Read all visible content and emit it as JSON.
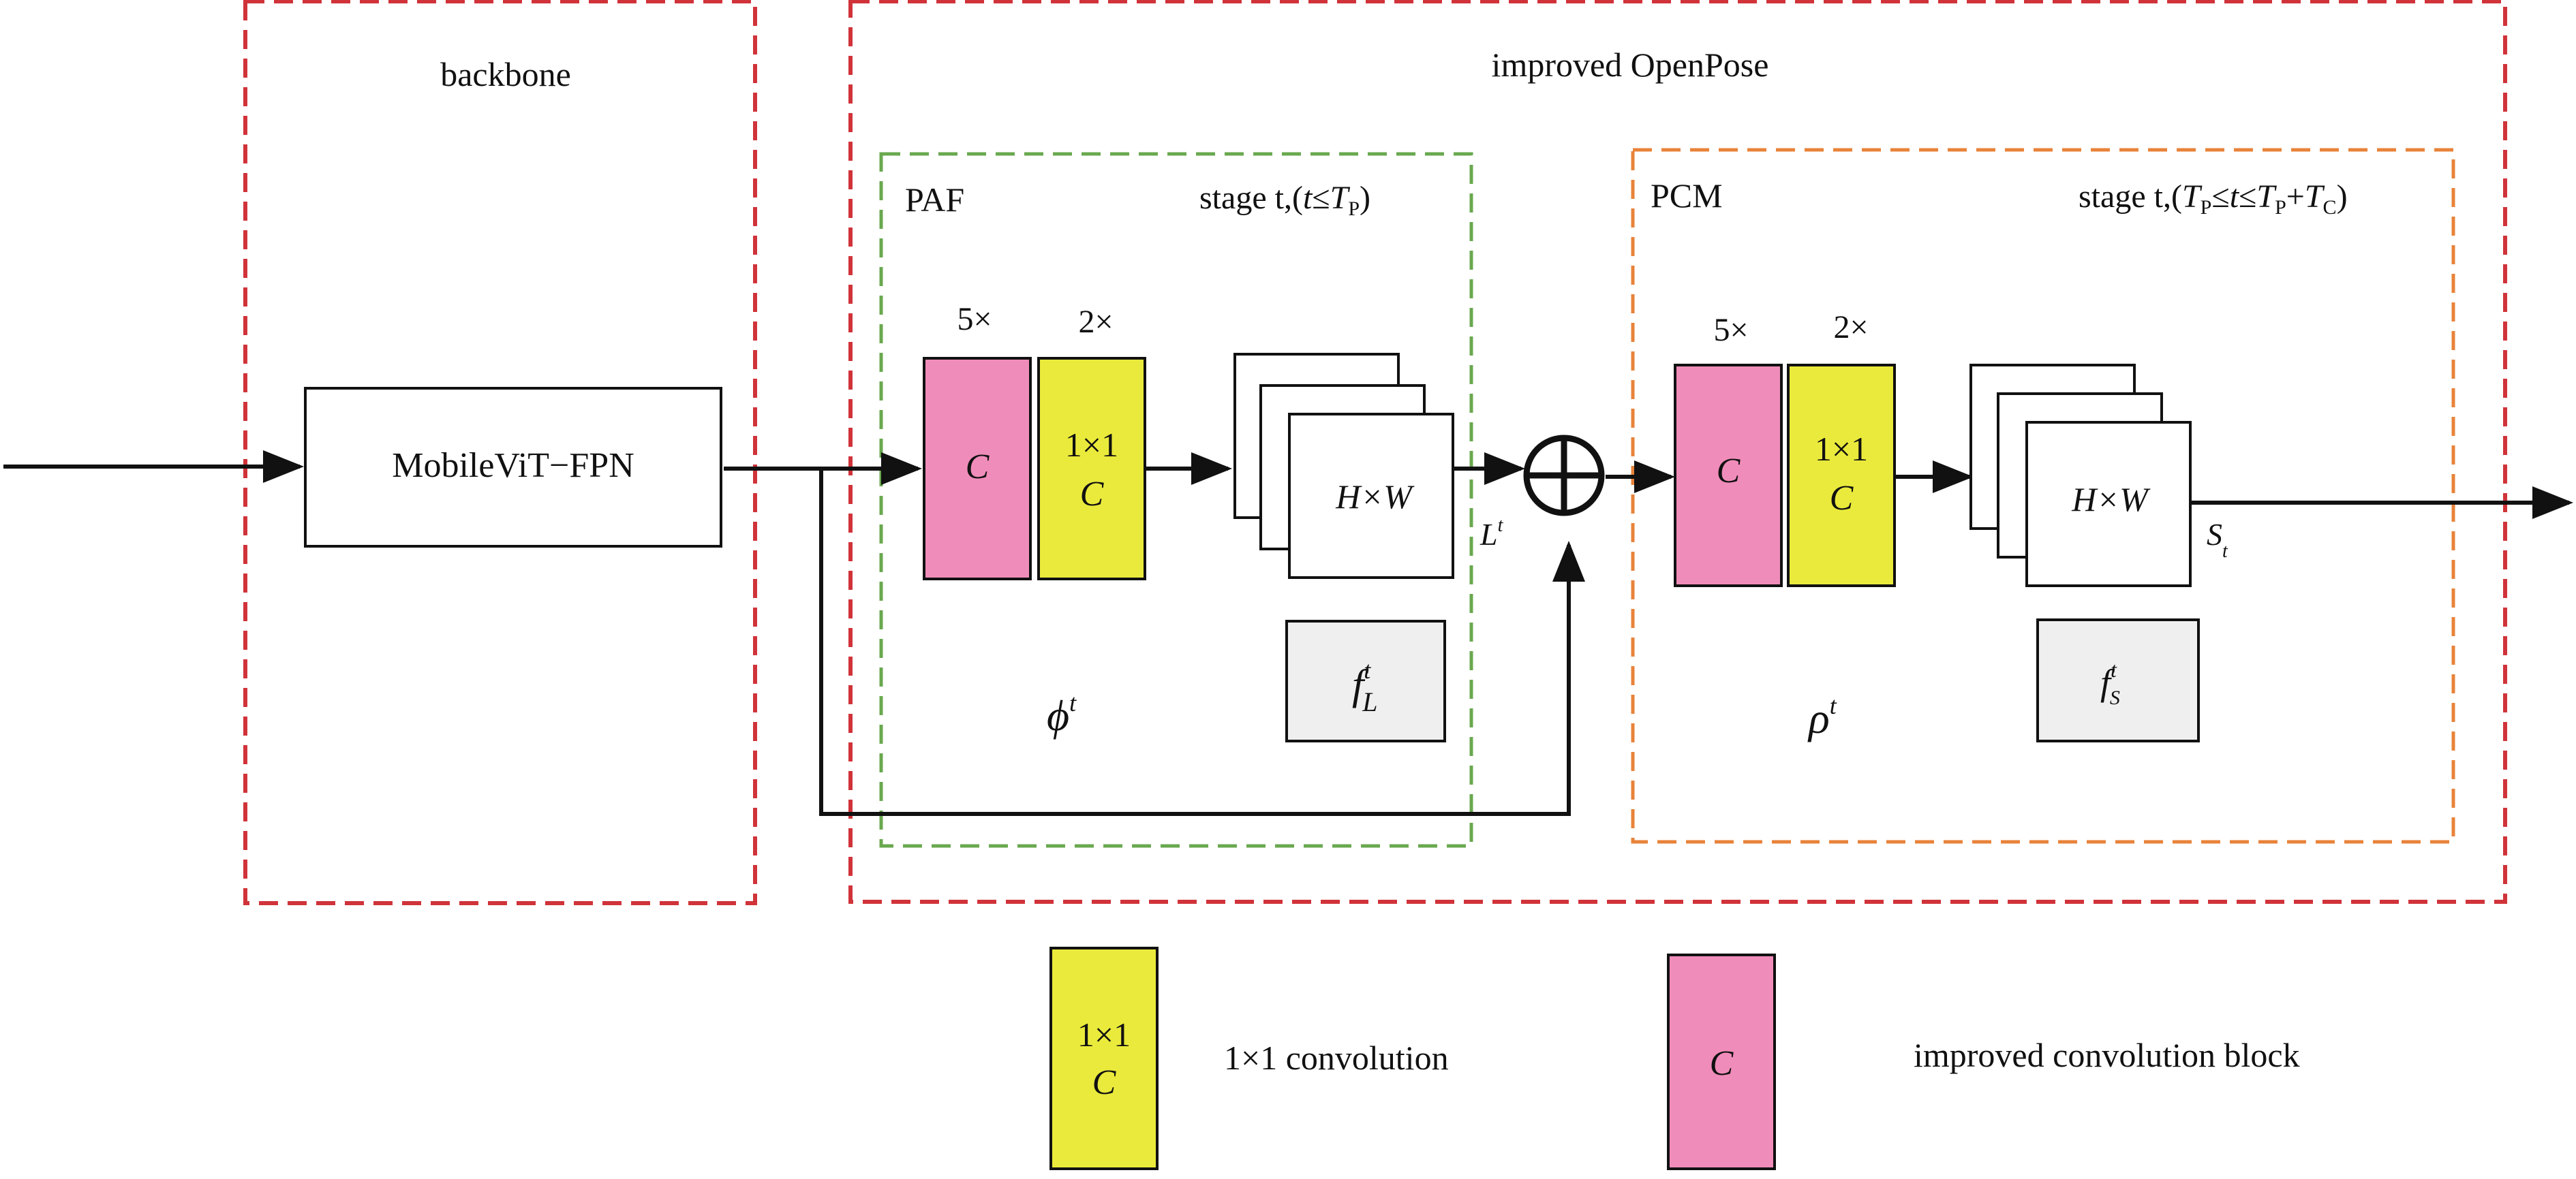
{
  "colors": {
    "red_dash": "#d0333a",
    "green_dash": "#6aa84f",
    "orange_dash": "#e8833a",
    "pink_block": "#f08cba",
    "yellow_block": "#eaea3c",
    "gray_box": "#efefef",
    "line": "#111111"
  },
  "labels": {
    "backbone": "backbone",
    "openpose": "improved OpenPose",
    "paf": "PAF",
    "pcm": "PCM",
    "mobilevit": "MobileViT−FPN",
    "stage_paf": {
      "prefix": "stage t,(",
      "t": "t",
      "le": "≤",
      "T": "T",
      "sub": "P",
      "close": ")"
    },
    "stage_pcm": {
      "prefix": "stage t,(",
      "T1": "T",
      "sub1": "P",
      "le1": "≤",
      "t": "t",
      "le2": "≤",
      "T2": "T",
      "sub2": "P",
      "plus": "+",
      "T3": "T",
      "sub3": "C",
      "close": ")"
    }
  },
  "paf": {
    "mult5": "5×",
    "mult2": "2×",
    "block_c": "C",
    "block_1x1": "1×1",
    "block_1x1_c": "C",
    "hw": "H×W",
    "f_base": "f",
    "f_sup": "t",
    "f_sub": "L",
    "phi": "ϕ",
    "phi_sup": "t",
    "l_base": "L",
    "l_sup": "t"
  },
  "pcm": {
    "mult5": "5×",
    "mult2": "2×",
    "block_c": "C",
    "block_1x1": "1×1",
    "block_1x1_c": "C",
    "hw": "H×W",
    "f_base": "f",
    "f_sup": "t",
    "f_sub": "S",
    "rho": "ρ",
    "rho_sup": "t",
    "s_base": "S",
    "s_sub": "t"
  },
  "legend": {
    "conv_1x1_top": "1×1",
    "conv_1x1_c": "C",
    "conv_1x1_label": "1×1 convolution",
    "improved_c": "C",
    "improved_label": "improved convolution block"
  }
}
